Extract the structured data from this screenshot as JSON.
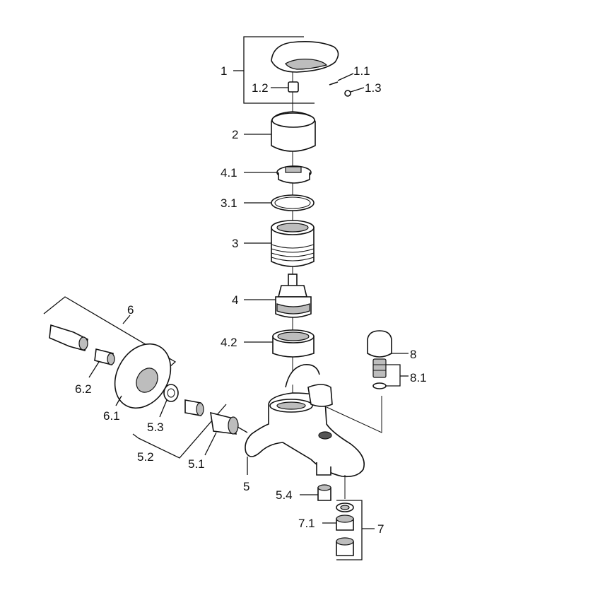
{
  "labels": {
    "p1": "1",
    "p1_1": "1.1",
    "p1_2": "1.2",
    "p1_3": "1.3",
    "p2": "2",
    "p3": "3",
    "p3_1": "3.1",
    "p4": "4",
    "p4_1": "4.1",
    "p4_2": "4.2",
    "p5": "5",
    "p5_1": "5.1",
    "p5_2": "5.2",
    "p5_3": "5.3",
    "p5_4": "5.4",
    "p6": "6",
    "p6_1": "6.1",
    "p6_2": "6.2",
    "p7": "7",
    "p7_1": "7.1",
    "p8": "8",
    "p8_1": "8.1"
  }
}
